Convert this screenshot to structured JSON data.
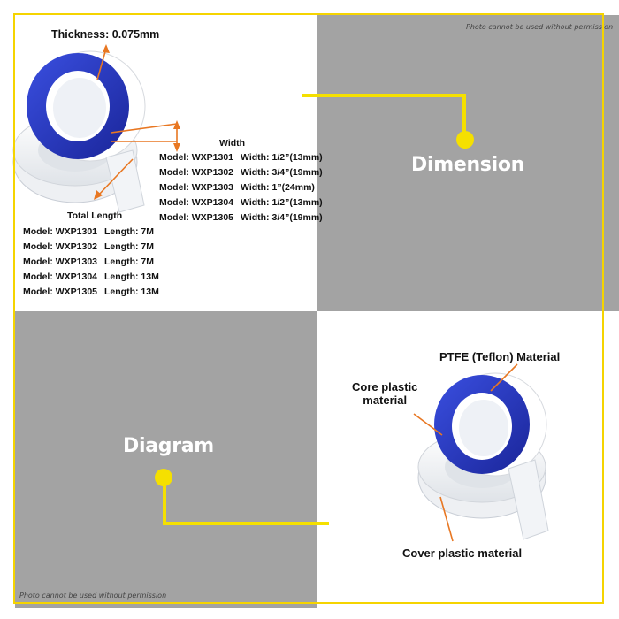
{
  "watermark_text": "Photo cannot be used without permission",
  "dimension_panel": {
    "label": "Dimension",
    "thickness_label": "Thickness: 0.075mm",
    "width_heading": "Width",
    "width_specs": [
      {
        "model": "Model: WXP1301",
        "value": "Width: 1/2”(13mm)"
      },
      {
        "model": "Model: WXP1302",
        "value": "Width: 3/4”(19mm)"
      },
      {
        "model": "Model: WXP1303",
        "value": "Width: 1”(24mm)"
      },
      {
        "model": "Model: WXP1304",
        "value": "Width: 1/2”(13mm)"
      },
      {
        "model": "Model: WXP1305",
        "value": "Width: 3/4”(19mm)"
      }
    ],
    "length_heading": "Total Length",
    "length_specs": [
      {
        "model": "Model: WXP1301",
        "value": "Length: 7M"
      },
      {
        "model": "Model: WXP1302",
        "value": "Length: 7M"
      },
      {
        "model": "Model: WXP1303",
        "value": "Length: 7M"
      },
      {
        "model": "Model: WXP1304",
        "value": "Length: 13M"
      },
      {
        "model": "Model: WXP1305",
        "value": "Length: 13M"
      }
    ]
  },
  "diagram_panel": {
    "label": "Diagram",
    "ptfe_label": "PTFE (Teflon) Material",
    "core_label_line1": "Core plastic",
    "core_label_line2": "material",
    "cover_label": "Cover plastic material"
  },
  "colors": {
    "frame": "#f5d400",
    "gray_panel": "#a3a3a3",
    "arrow": "#e87722",
    "spool_blue": "#1f2fb8",
    "connector_yellow": "#f5e000"
  }
}
